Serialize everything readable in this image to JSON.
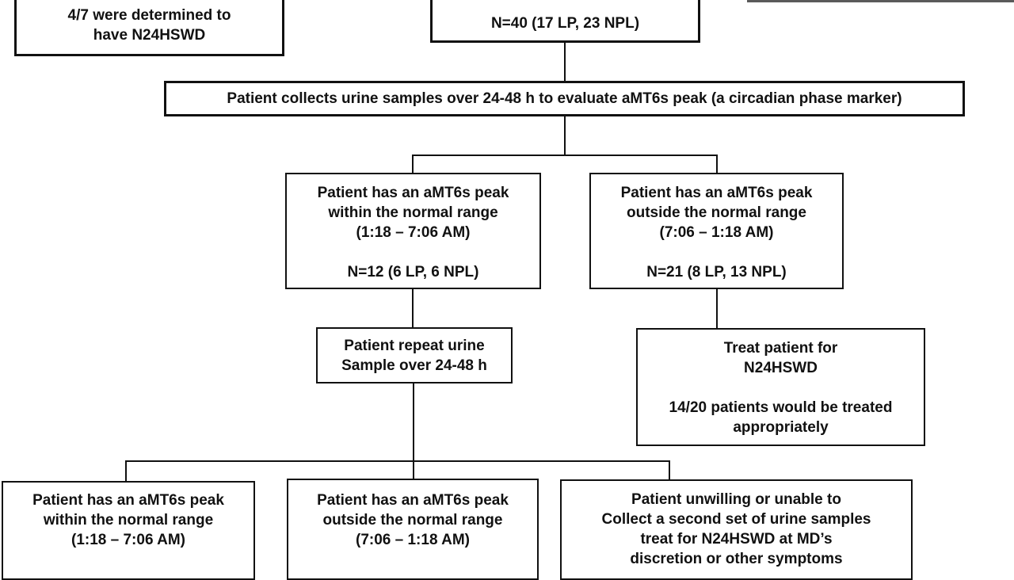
{
  "figure": {
    "description": "Clinical screening flowchart for N24HSWD using urinary aMT6s peak as circadian phase marker",
    "background_color": "#ffffff",
    "line_color": "#111111",
    "top_strip_color": "#5a5a5a"
  },
  "boxes": [
    {
      "id": "determined",
      "lines": [
        "4/7 were determined to",
        "have N24HSWD"
      ]
    },
    {
      "id": "n40",
      "lines": [
        "N=40 (17 LP, 23 NPL)"
      ]
    },
    {
      "id": "collect-urine",
      "lines": [
        "Patient collects urine samples over 24-48 h to evaluate aMT6s peak (a circadian phase marker)"
      ]
    },
    {
      "id": "peak-within",
      "lines": [
        "Patient has an aMT6s peak",
        "within the normal range",
        "(1:18 – 7:06 AM)",
        "",
        "N=12 (6 LP, 6 NPL)"
      ]
    },
    {
      "id": "peak-outside",
      "lines": [
        "Patient has an aMT6s peak",
        "outside the normal range",
        "(7:06 – 1:18 AM)",
        "",
        "N=21 (8 LP, 13 NPL)"
      ]
    },
    {
      "id": "repeat-urine",
      "lines": [
        "Patient repeat urine",
        "Sample over 24-48 h"
      ]
    },
    {
      "id": "treat",
      "lines": [
        "Treat patient for",
        "N24HSWD",
        "",
        "14/20 patients would be treated",
        "appropriately"
      ]
    },
    {
      "id": "repeat-within",
      "lines": [
        "Patient has an aMT6s peak",
        "within the normal range",
        "(1:18 – 7:06 AM)"
      ]
    },
    {
      "id": "repeat-outside",
      "lines": [
        "Patient has an aMT6s peak",
        "outside the normal range",
        "(7:06 – 1:18 AM)"
      ]
    },
    {
      "id": "unwilling",
      "lines": [
        "Patient unwilling or unable to",
        "Collect a second set of urine samples",
        "treat for N24HSWD at MD’s",
        "discretion or other symptoms"
      ]
    }
  ],
  "edges": [
    {
      "from": "n40",
      "to": "collect-urine"
    },
    {
      "from": "collect-urine",
      "to": "peak-within"
    },
    {
      "from": "collect-urine",
      "to": "peak-outside"
    },
    {
      "from": "peak-within",
      "to": "repeat-urine"
    },
    {
      "from": "peak-outside",
      "to": "treat"
    },
    {
      "from": "repeat-urine",
      "to": "repeat-within"
    },
    {
      "from": "repeat-urine",
      "to": "repeat-outside"
    },
    {
      "from": "repeat-urine",
      "to": "unwilling"
    }
  ]
}
